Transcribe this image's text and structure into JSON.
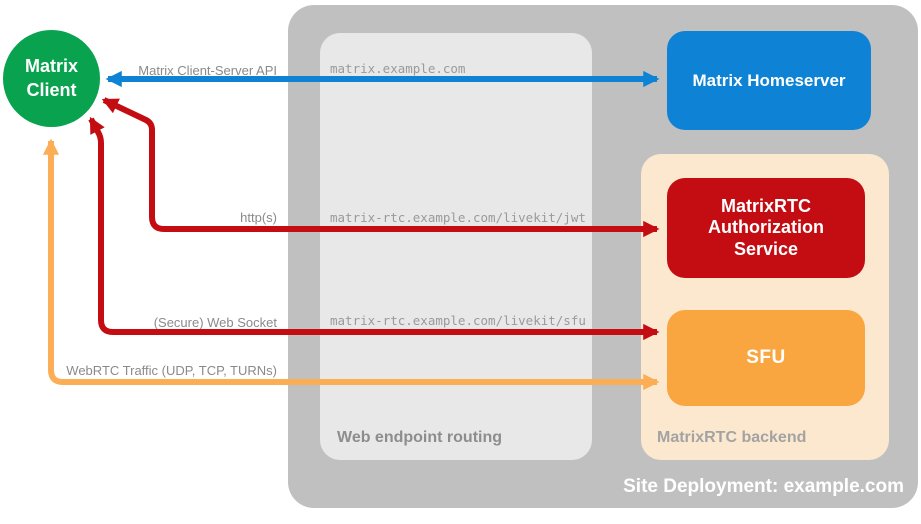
{
  "colors": {
    "client_green": "#09a24e",
    "homeserver_blue": "#0e83d6",
    "auth_red": "#c30d12",
    "sfu_orange": "#faa640",
    "webrtc_orange": "#fbae55",
    "backend_peach": "#fce8cf",
    "site_gray": "#c1c0c0",
    "routing_gray": "#e9e8e8",
    "conn_label_gray": "#8a8a8a",
    "url_gray": "#9a9a9a",
    "routing_label_gray": "#8d8d8d",
    "backend_label_gray": "#a3a3a3",
    "text_white": "#ffffff"
  },
  "nodes": {
    "client": {
      "label": "Matrix Client"
    },
    "homeserver": {
      "label": "Matrix Homeserver"
    },
    "auth_service": {
      "label": "MatrixRTC Authorization Service"
    },
    "sfu": {
      "label": "SFU"
    }
  },
  "containers": {
    "site": {
      "label": "Site Deployment: example.com"
    },
    "routing": {
      "label": "Web endpoint routing"
    },
    "backend": {
      "label": "MatrixRTC backend"
    }
  },
  "connections": {
    "api": {
      "label": "Matrix Client-Server API",
      "endpoint": "matrix.example.com",
      "from": "Matrix Client",
      "to": "Matrix Homeserver",
      "bidirectional": true,
      "color": "#0e83d6"
    },
    "http": {
      "label": "http(s)",
      "endpoint": "matrix-rtc.example.com/livekit/jwt",
      "from": "Matrix Client",
      "to": "MatrixRTC Authorization Service",
      "bidirectional": true,
      "color": "#c30d12"
    },
    "websocket": {
      "label": "(Secure) Web Socket",
      "endpoint": "matrix-rtc.example.com/livekit/sfu",
      "from": "Matrix Client",
      "to": "SFU",
      "bidirectional": true,
      "color": "#c30d12"
    },
    "webrtc": {
      "label": "WebRTC Traffic (UDP, TCP, TURNs)",
      "endpoint": "",
      "from": "Matrix Client",
      "to": "SFU",
      "bidirectional": true,
      "color": "#fbae55"
    }
  }
}
